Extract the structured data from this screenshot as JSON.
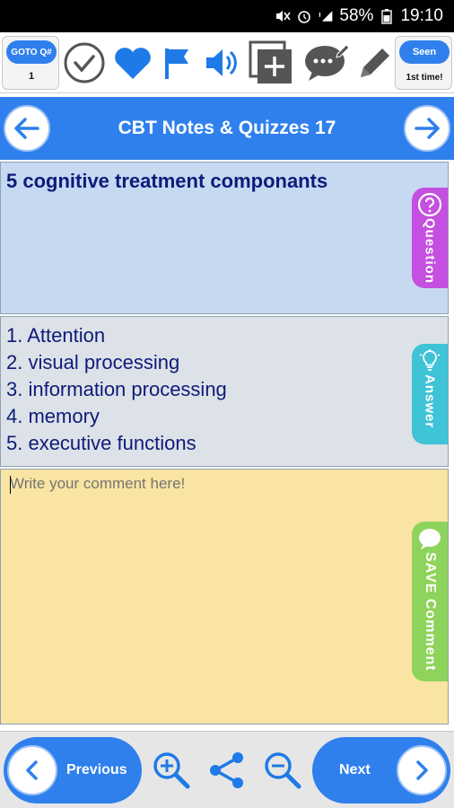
{
  "status_bar": {
    "battery": "58%",
    "time": "19:10"
  },
  "toolbar": {
    "goto_label": "GOTO Q#",
    "goto_value": "1",
    "seen_label": "Seen",
    "seen_value": "1st time!",
    "icons": [
      "check-circle-icon",
      "heart-icon",
      "flag-icon",
      "speaker-icon",
      "add-note-icon",
      "comment-bubble-icon",
      "pencil-icon"
    ]
  },
  "title_bar": {
    "title": "CBT Notes & Quizzes 17"
  },
  "question": {
    "text": "5 cognitive treatment componants",
    "tab_label": "Question"
  },
  "answer": {
    "items": [
      "1. Attention",
      "2. visual processing",
      "3. information processing",
      "4. memory",
      "5. executive functions"
    ],
    "tab_label": "Answer"
  },
  "comment": {
    "placeholder": "Write your comment here!",
    "value": "",
    "tab_label": "SAVE Comment"
  },
  "bottom_bar": {
    "previous_label": "Previous",
    "next_label": "Next"
  },
  "colors": {
    "primary": "#2f80ed",
    "question_bg": "#c6d9f1",
    "answer_bg": "#dde2e8",
    "comment_bg": "#f9e4a3",
    "question_tab": "#c44fe0",
    "answer_tab": "#3fc3d6",
    "comment_tab": "#8ed35b",
    "text_navy": "#0d1b7a"
  }
}
